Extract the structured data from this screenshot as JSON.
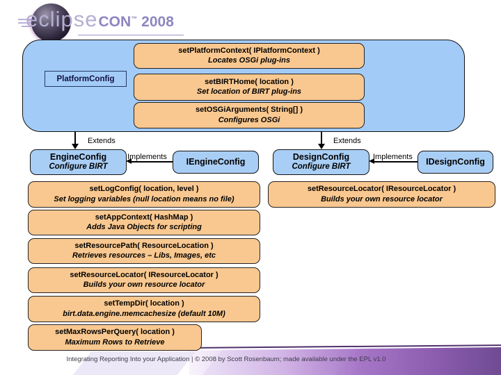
{
  "logo": {
    "brand": "eclipse",
    "con": "CON",
    "trademark": "™",
    "year": "2008"
  },
  "diagram": {
    "platform_label": "PlatformConfig",
    "extends_label": "Extends",
    "implements_label": "Implements",
    "classes": {
      "engine": {
        "name": "EngineConfig",
        "desc": "Configure BIRT"
      },
      "iengine": "IEngineConfig",
      "design": {
        "name": "DesignConfig",
        "desc": "Configure BIRT"
      },
      "idesign": "IDesignConfig"
    },
    "methods": [
      {
        "sig": "setPlatformContext( IPlatformContext )",
        "desc": "Locates OSGi plug-ins"
      },
      {
        "sig": "setBIRTHome( location )",
        "desc": "Set location of BIRT plug-ins"
      },
      {
        "sig": "setOSGiArguments( String[] )",
        "desc": "Configures OSGi"
      },
      {
        "sig": "setLogConfig( location, level )",
        "desc": "Set logging variables (null location means no file)"
      },
      {
        "sig": "setResourceLocator( IResourceLocator )",
        "desc": "Builds your own resource locator"
      },
      {
        "sig": "setAppContext( HashMap )",
        "desc": "Adds Java Objects for scripting"
      },
      {
        "sig": "setResourcePath( ResourceLocation )",
        "desc": "Retrieves resources – Libs, Images, etc"
      },
      {
        "sig": "setResourceLocator( IResourceLocator )",
        "desc": "Builds your own resource locator"
      },
      {
        "sig": "setTempDir( location )",
        "desc": "birt.data.engine.memcachesize (default 10M)"
      },
      {
        "sig": "setMaxRowsPerQuery( location )",
        "desc": "Maximum Rows to Retrieve"
      }
    ]
  },
  "footer": {
    "text": "Integrating Reporting Into your Application | © 2008 by Scott Rosenbaum; made available under the EPL v1.0"
  },
  "colors": {
    "panel_blue": "#a3cbf7",
    "box_orange": "#f9c890",
    "band_purple": "#8a5bae",
    "logo_purple": "#8d86bf"
  }
}
